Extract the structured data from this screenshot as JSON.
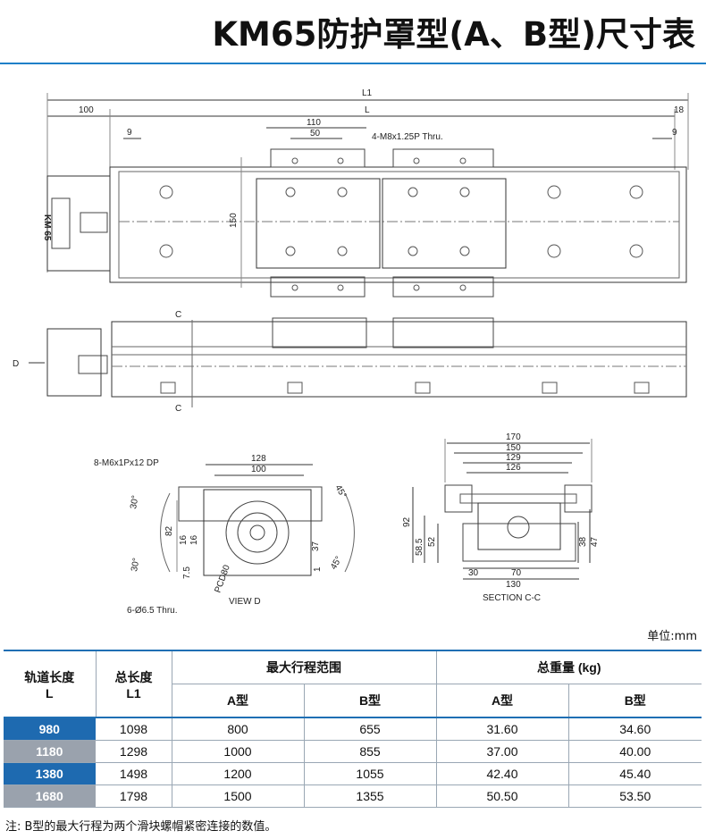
{
  "title": "KM65防护罩型(A、B型)尺寸表",
  "drawing": {
    "dims_top": {
      "L1": "L1",
      "L": "L",
      "d100": "100",
      "d18": "18",
      "d9a": "9",
      "d9b": "9",
      "d110": "110",
      "d50": "50",
      "tap": "4-M8x1.25P Thru.",
      "d150": "150",
      "label_km": "KM 65"
    },
    "dims_side": {
      "C1": "C",
      "C2": "C",
      "D": "D"
    },
    "dims_view_d": {
      "tap": "8-M6x1Px12 DP",
      "d128": "128",
      "d100": "100",
      "a30a": "30°",
      "a30b": "30°",
      "a45a": "45°",
      "a45b": "45°",
      "d82": "82",
      "d16a": "16",
      "d16b": "16",
      "d75": "7.5",
      "d37": "37",
      "d1": "1",
      "pcd": "PCD80",
      "holes": "6-Ø6.5 Thru.",
      "label": "VIEW D"
    },
    "dims_section": {
      "d170": "170",
      "d150": "150",
      "d129": "129",
      "d126": "126",
      "d92": "92",
      "d585": "58.5",
      "d52": "52",
      "d38": "38",
      "d47": "47",
      "d30": "30",
      "d70": "70",
      "d130": "130",
      "label": "SECTION C-C"
    }
  },
  "unit": "单位:mm",
  "table": {
    "h_rail": "轨道长度",
    "h_rail_sym": "L",
    "h_total": "总长度",
    "h_total_sym": "L1",
    "h_stroke": "最大行程范围",
    "h_weight": "总重量 (kg)",
    "sub_a1": "A型",
    "sub_b1": "B型",
    "sub_a2": "A型",
    "sub_b2": "B型",
    "rows": [
      {
        "L": "980",
        "L1": "1098",
        "strokeA": "800",
        "strokeB": "655",
        "weightA": "31.60",
        "weightB": "34.60"
      },
      {
        "L": "1180",
        "L1": "1298",
        "strokeA": "1000",
        "strokeB": "855",
        "weightA": "37.00",
        "weightB": "40.00"
      },
      {
        "L": "1380",
        "L1": "1498",
        "strokeA": "1200",
        "strokeB": "1055",
        "weightA": "42.40",
        "weightB": "45.40"
      },
      {
        "L": "1680",
        "L1": "1798",
        "strokeA": "1500",
        "strokeB": "1355",
        "weightA": "50.50",
        "weightB": "53.50"
      }
    ]
  },
  "note": "注: B型的最大行程为两个滑块螺帽紧密连接的数值。",
  "colors": {
    "accent": "#1f7fc8",
    "row_blue": "#1e6ab0",
    "row_gray": "#9aa2ad"
  }
}
